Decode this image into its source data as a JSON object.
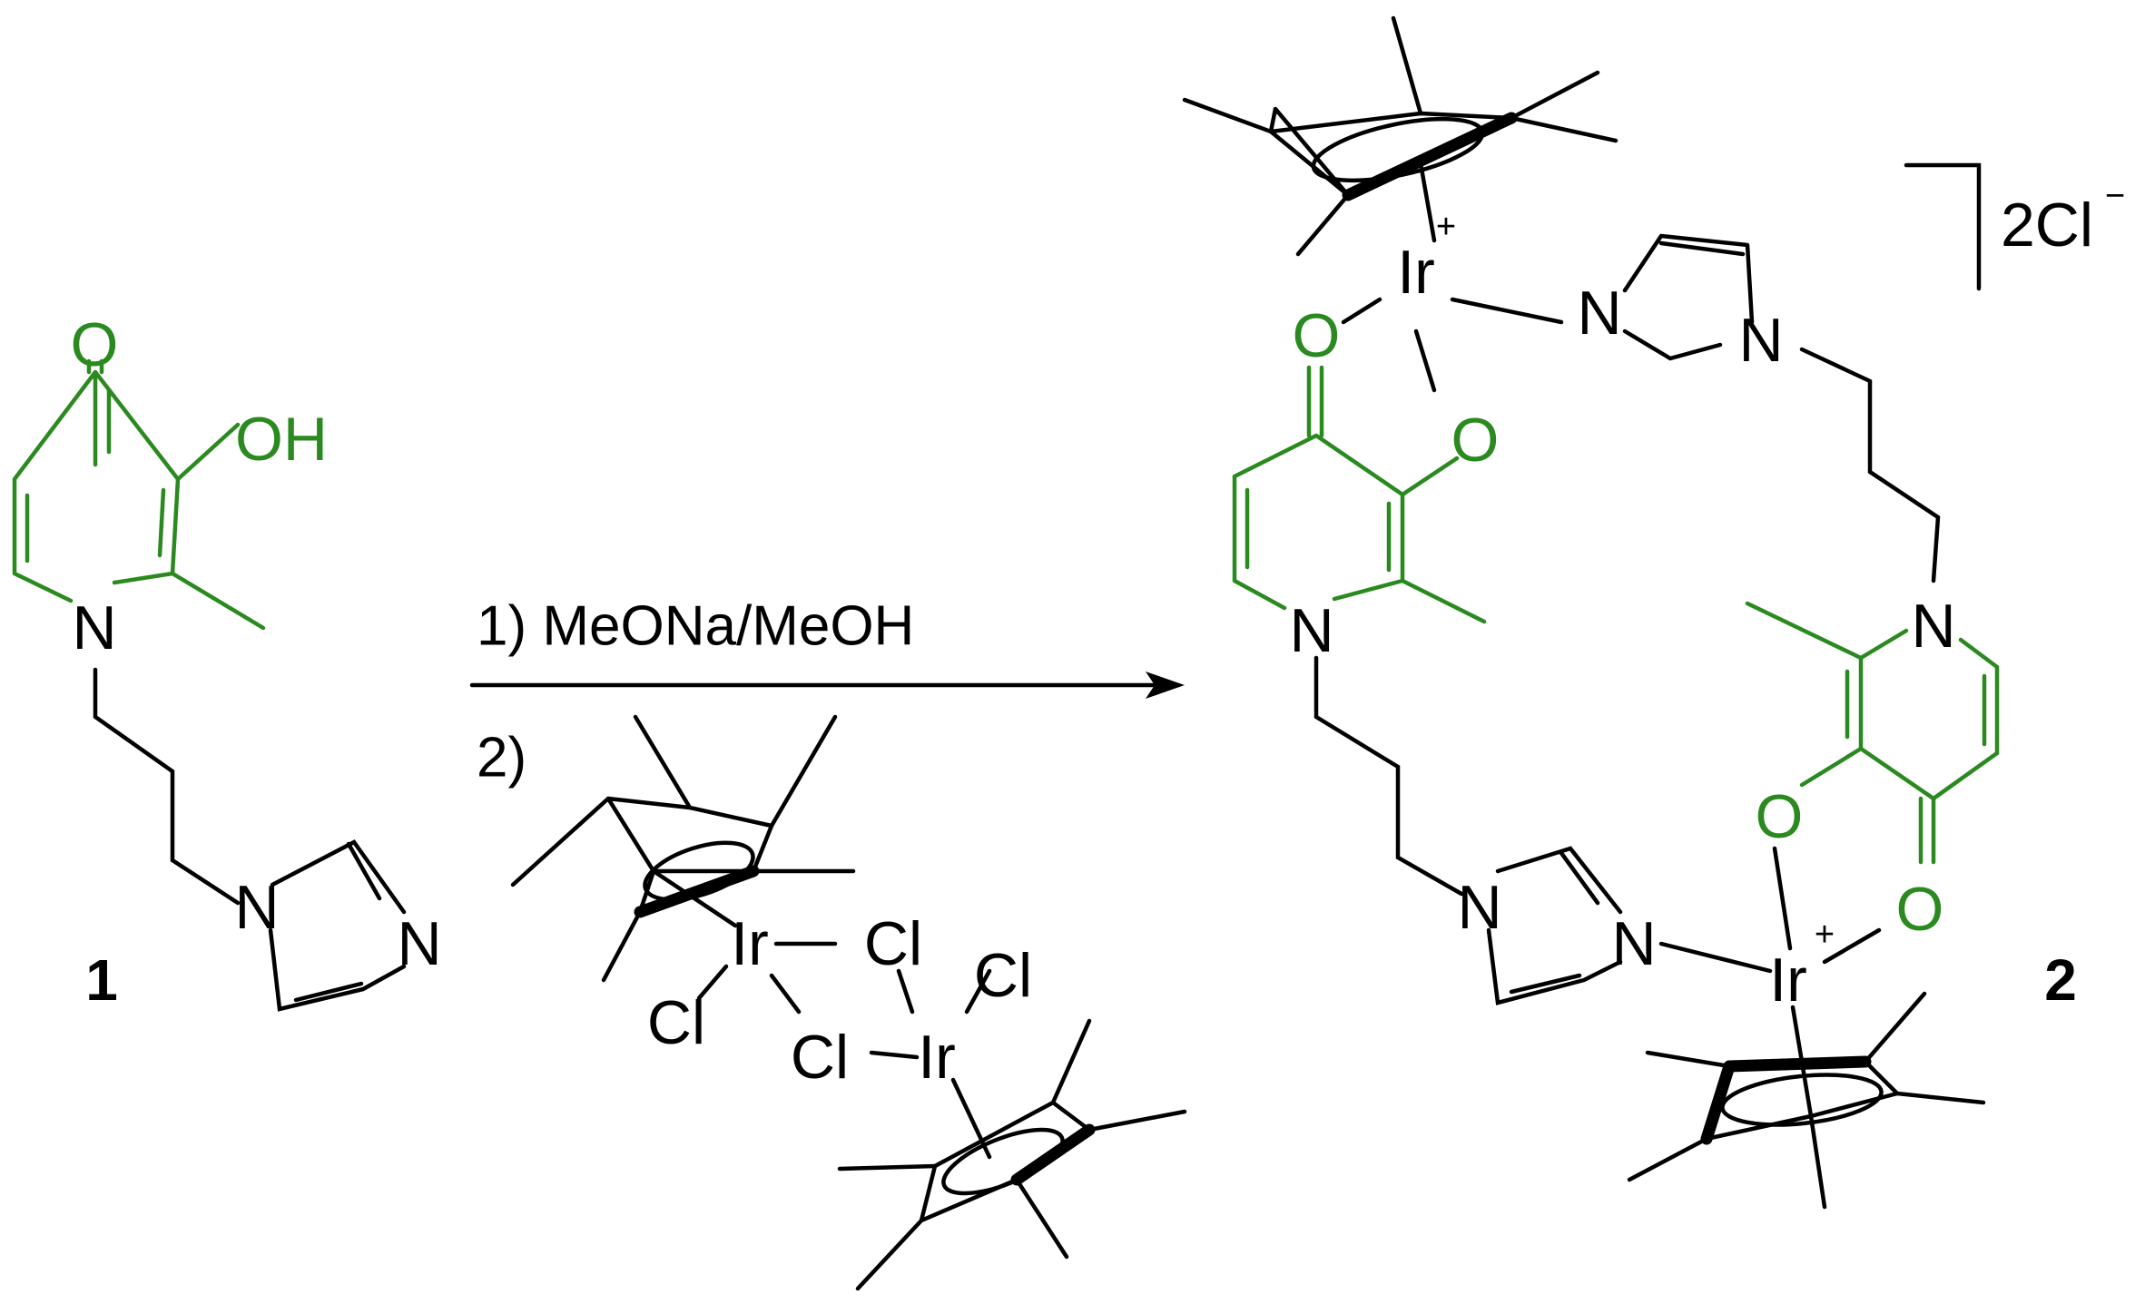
{
  "colors": {
    "ink": "#000000",
    "pyridinone": "#2a8a1f"
  },
  "compound_1": {
    "label": "1",
    "O": "O",
    "OH": "OH",
    "N1": "N",
    "N2": "N",
    "N3": "N"
  },
  "reaction": {
    "step1": "1) MeONa/MeOH",
    "step2": "2)",
    "dimer": {
      "Ir1": "Ir",
      "Ir2": "Ir",
      "Cl1": "Cl",
      "Cl2": "Cl",
      "Cl3": "Cl",
      "Cl4": "Cl"
    }
  },
  "compound_2": {
    "label": "2",
    "counterion": "2Cl",
    "counterion_charge": "−",
    "Ir_top": "Ir",
    "Ir_bottom": "Ir",
    "Ir_charge": "+",
    "O_a": "O",
    "O_b": "O",
    "O_c": "O",
    "O_d": "O",
    "N_a": "N",
    "N_b": "N",
    "N_c": "N",
    "N_d": "N",
    "N_e": "N",
    "N_f": "N"
  }
}
